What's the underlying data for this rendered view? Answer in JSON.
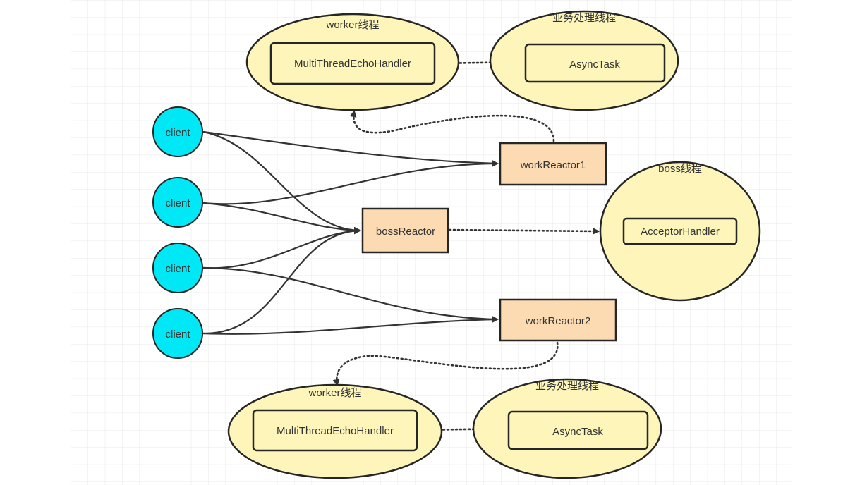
{
  "colors": {
    "ellipse_fill": "#fdf5b9",
    "ellipse_stroke": "#262626",
    "client_fill": "#00e7f5",
    "reactor_fill": "#fcdbb3",
    "line": "#333333",
    "grid": "#e8e8e8"
  },
  "clients": [
    {
      "label": "client"
    },
    {
      "label": "client"
    },
    {
      "label": "client"
    },
    {
      "label": "client"
    }
  ],
  "reactors": {
    "boss": "bossReactor",
    "work1": "workReactor1",
    "work2": "workReactor2"
  },
  "threads": {
    "worker_top": {
      "title": "worker线程",
      "handler": "MultiThreadEchoHandler"
    },
    "biz_top": {
      "title": "业务处理线程",
      "task": "AsyncTask"
    },
    "boss": {
      "title": "boss线程",
      "handler": "AcceptorHandler"
    },
    "worker_bottom": {
      "title": "worker线程",
      "handler": "MultiThreadEchoHandler"
    },
    "biz_bottom": {
      "title": "业务处理线程",
      "task": "AsyncTask"
    }
  }
}
